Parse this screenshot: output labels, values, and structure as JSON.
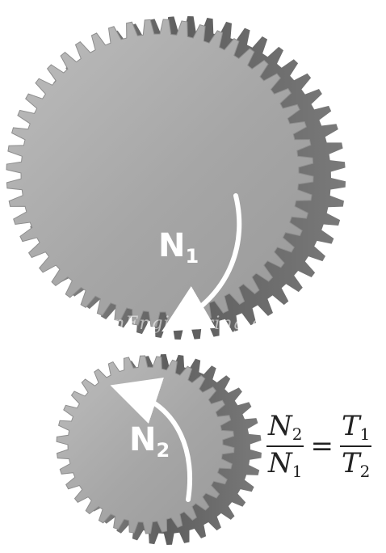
{
  "gears": {
    "large": {
      "label_main": "N",
      "label_sub": "1"
    },
    "small": {
      "label_main": "N",
      "label_sub": "2"
    }
  },
  "formula": {
    "left_num_main": "N",
    "left_num_sub": "2",
    "left_den_main": "N",
    "left_den_sub": "1",
    "equals": "=",
    "right_num_main": "T",
    "right_num_sub": "1",
    "right_den_main": "T",
    "right_den_sub": "2"
  },
  "watermark": "www.LearnEngineering.org",
  "colors": {
    "gear_face": "#a9a9a9",
    "gear_edge": "#6b6b6b",
    "arrow": "#ffffff",
    "text": "#222222"
  }
}
